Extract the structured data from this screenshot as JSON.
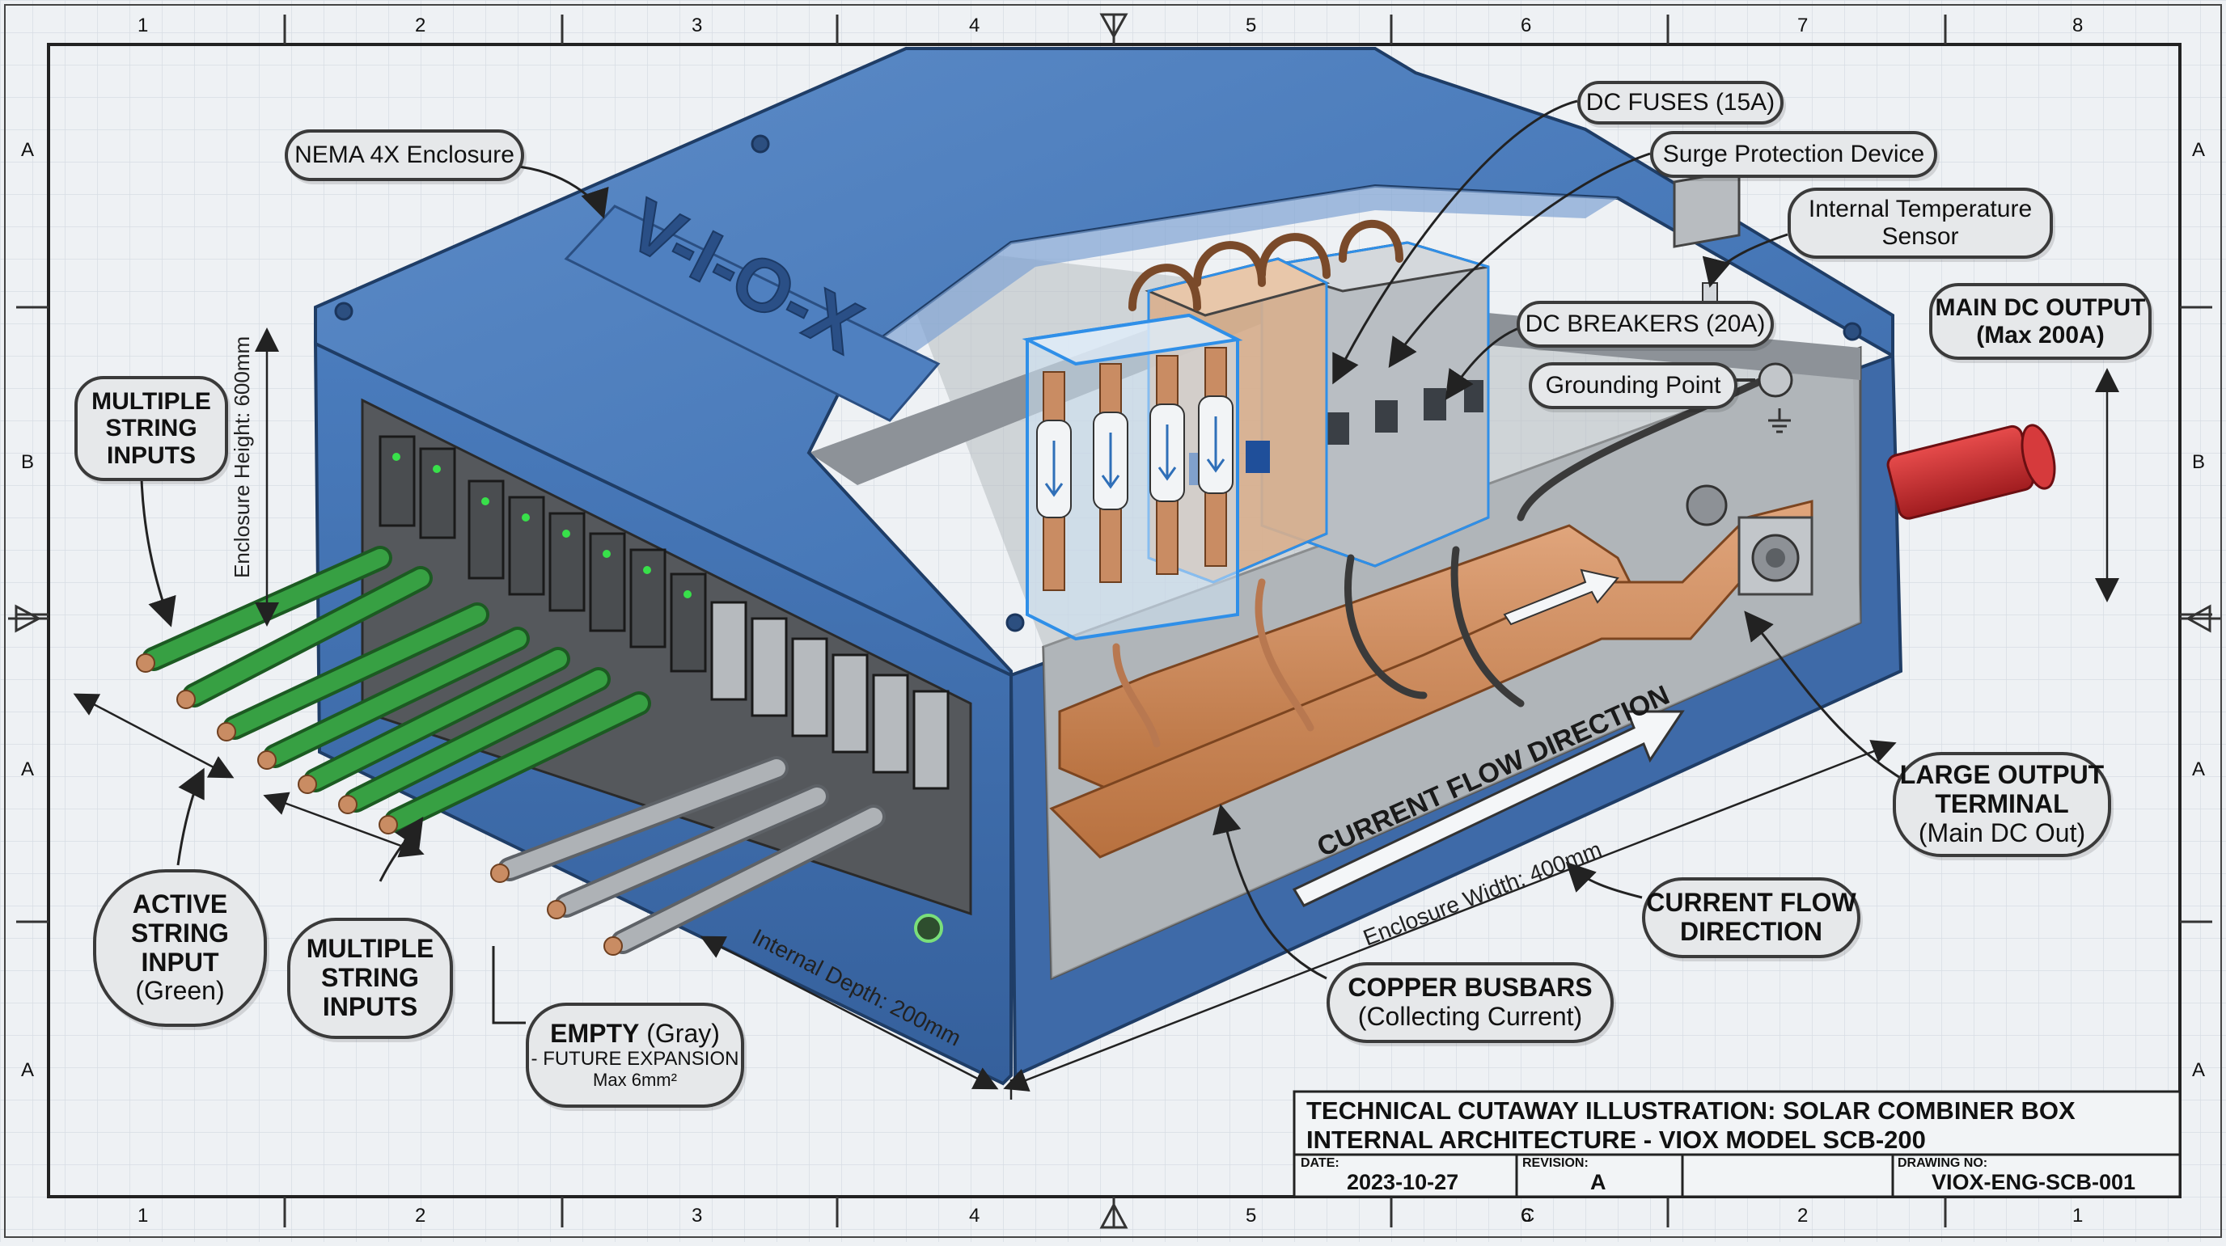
{
  "sheet": {
    "col_labels_top": [
      "1",
      "2",
      "3",
      "4",
      "5",
      "6",
      "7",
      "8"
    ],
    "col_labels_bottom": [
      "1",
      "2",
      "3",
      "4",
      "5",
      "6",
      "C",
      "2",
      "1"
    ],
    "row_labels_left": [
      "A",
      "B",
      "A",
      "A"
    ],
    "row_labels_right": [
      "A",
      "B",
      "A",
      "A"
    ]
  },
  "enclosure": {
    "logo": "V-I-O-X",
    "height_label": "Enclosure Height: 600mm",
    "width_label": "Enclosure Width: 400mm",
    "depth_label": "Internal Depth: 200mm",
    "flow_arrow_label": "CURRENT FLOW DIRECTION"
  },
  "callouts": {
    "nema": "NEMA 4X Enclosure",
    "dc_fuses": "DC FUSES (15A)",
    "surge": "Surge Protection Device",
    "temp_sensor": [
      "Internal Temperature",
      "Sensor"
    ],
    "dc_breakers": "DC BREAKERS (20A)",
    "grounding": "Grounding Point",
    "main_output": [
      "MAIN DC OUTPUT",
      "(Max 200A)"
    ],
    "multiple_inputs_top": [
      "MULTIPLE",
      "STRING",
      "INPUTS"
    ],
    "active_input": [
      "ACTIVE",
      "STRING",
      "INPUT",
      "(Green)"
    ],
    "multiple_inputs_bottom": [
      "MULTIPLE",
      "STRING",
      "INPUTS"
    ],
    "empty_input": [
      "EMPTY",
      "(Gray)",
      "- FUTURE EXPANSION",
      "Max 6mm²"
    ],
    "large_terminal": [
      "LARGE OUTPUT",
      "TERMINAL",
      "(Main DC Out)"
    ],
    "flow_direction": [
      "CURRENT FLOW",
      "DIRECTION"
    ],
    "busbars": [
      "COPPER BUSBARS",
      "(Collecting Current)"
    ]
  },
  "title_block": {
    "title_line1": "TECHNICAL CUTAWAY ILLUSTRATION: SOLAR COMBINER BOX",
    "title_line2": "INTERNAL ARCHITECTURE - VIOX MODEL SCB-200",
    "date_label": "DATE:",
    "date_value": "2023-10-27",
    "revision_label": "REVISION:",
    "revision_value": "A",
    "drawing_label": "DRAWING NO:",
    "drawing_value": "VIOX-ENG-SCB-001"
  },
  "colors": {
    "enclosure_blue": "#3f6fae",
    "enclosure_light": "#6f9ad0",
    "copper": "#c8845a",
    "wire_green": "#2f8f3a",
    "wire_gray": "#9ea3a8",
    "output_red": "#c8282c",
    "highlight_blue": "#2f8fe8"
  }
}
